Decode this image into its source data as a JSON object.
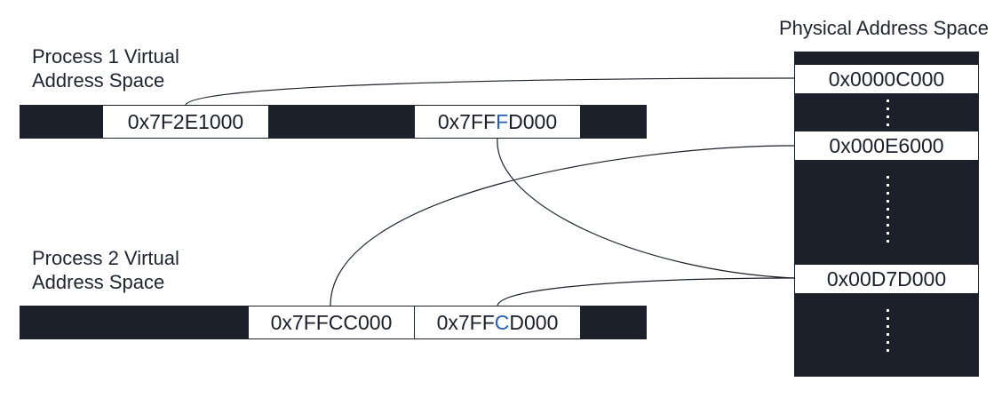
{
  "process1": {
    "label_line1": "Process 1 Virtual",
    "label_line2": "Address Space",
    "pages": [
      {
        "pre": "0x7F2E1000",
        "hl": "",
        "post": ""
      },
      {
        "pre": "0x7FF",
        "hl": "F",
        "post": "D000"
      }
    ]
  },
  "process2": {
    "label_line1": "Process 2 Virtual",
    "label_line2": "Address Space",
    "pages": [
      {
        "pre": "0x7FFCC000",
        "hl": "",
        "post": ""
      },
      {
        "pre": "0x7FF",
        "hl": "C",
        "post": "D000"
      }
    ]
  },
  "physical": {
    "title": "Physical Address Space",
    "frames": [
      "0x0000C000",
      "0x000E6000",
      "0x00D7D000"
    ]
  },
  "colors": {
    "bar": "#1b202b",
    "highlight": "#2a5db0",
    "line": "#1b202b"
  }
}
